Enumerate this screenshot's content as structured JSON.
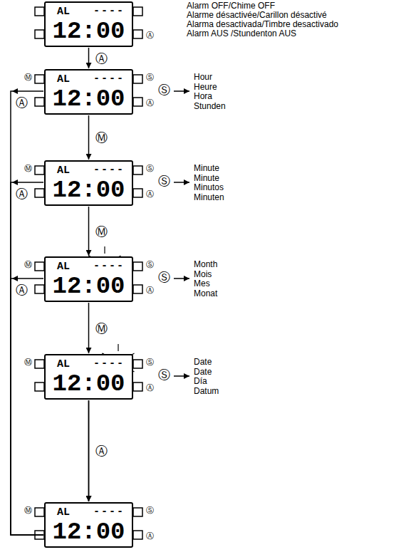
{
  "diagram": {
    "nodes": [
      {
        "text": [
          "AL",
          "----",
          "12:00"
        ]
      },
      {
        "text": [
          "AL",
          "----",
          "12:00"
        ]
      },
      {
        "text": [
          "AL",
          "----",
          "12:00"
        ]
      },
      {
        "text": [
          "AL",
          "----",
          "12:00"
        ]
      },
      {
        "text": [
          "AL",
          "----",
          "12:00"
        ]
      },
      {
        "text": [
          "AL",
          "----",
          "12:00"
        ]
      }
    ],
    "edges": [
      {
        "from": 0,
        "to": 1,
        "arrow": "to",
        "label": "Ⓐ"
      },
      {
        "from": 1,
        "to": 2,
        "arrow": "to",
        "label": "Ⓜ"
      },
      {
        "from": 2,
        "to": 3,
        "arrow": "to",
        "label": "Ⓜ"
      },
      {
        "from": 3,
        "to": 4,
        "arrow": "to",
        "label": "Ⓜ"
      },
      {
        "from": 4,
        "to": 5,
        "arrow": "to",
        "label": "Ⓐ"
      },
      {
        "from": 1,
        "to": 5,
        "arrow": "to",
        "label": "Ⓐ"
      },
      {
        "from": 2,
        "to": 5,
        "arrow": "to",
        "label": "Ⓐ"
      },
      {
        "from": 3,
        "to": 5,
        "arrow": "to",
        "label": "Ⓐ"
      },
      {
        "from": 4,
        "to": 5,
        "arrow": "to",
        "label": "Ⓐ"
      }
    ],
    "labels": [
      "Alarm OFF/Chime OFF",
      "Alarme désactivée/Carillon désactivé",
      "Alarma desactivada/Timbre desactivado",
      "Alarm AUS /Stundenton AUS",
      "Ⓐ",
      "Ⓜ",
      "Ⓢ",
      "Ⓢ",
      "Hour",
      "Heure",
      "Hora",
      "Stunden",
      "Ⓐ",
      "Ⓜ",
      "Ⓢ",
      "Ⓢ",
      "Minute",
      "Minute",
      "Minutos",
      "Minuten",
      "Ⓐ",
      "Ⓜ",
      "Ⓢ",
      "Ⓢ",
      "Month",
      "Mois",
      "Mes",
      "Monat",
      "Ⓐ",
      "Ⓜ",
      "Ⓢ",
      "Ⓢ",
      "Date",
      "Date",
      "Día",
      "Datum",
      "Ⓐ",
      "Ⓜ",
      "Ⓢ",
      "Ⓐ"
    ]
  }
}
